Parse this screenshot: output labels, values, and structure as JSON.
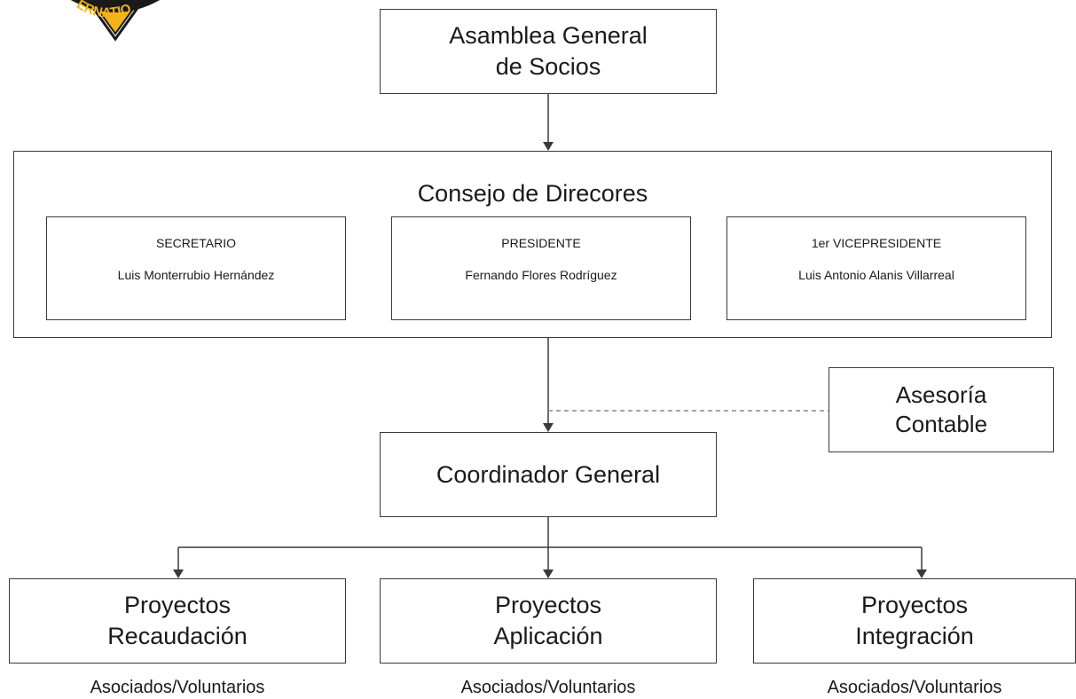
{
  "logo": {
    "text": "INTERNATIONAL",
    "visible_text": "ERNATIO",
    "colors": {
      "fill": "#f2b418",
      "border": "#1a1a1a",
      "text": "#1a1a1a"
    }
  },
  "colors": {
    "line": "#3a3a3a",
    "dashed_line": "#8a8a8a",
    "text": "#1a1a1a",
    "background": "#ffffff"
  },
  "asamblea": {
    "line1": "Asamblea General",
    "line2": "de Socios"
  },
  "consejo": {
    "title": "Consejo de Direcores",
    "officers": [
      {
        "role": "SECRETARIO",
        "name": "Luis Monterrubio Hernández"
      },
      {
        "role": "PRESIDENTE",
        "name": "Fernando Flores Rodríguez"
      },
      {
        "role": "1er VICEPRESIDENTE",
        "name": "Luis Antonio Alanis Villarreal"
      }
    ]
  },
  "asesoria": {
    "line1": "Asesoría",
    "line2": "Contable"
  },
  "coordinador": {
    "label": "Coordinador General"
  },
  "proyectos": [
    {
      "line1": "Proyectos",
      "line2": "Recaudación",
      "sublabel": "Asociados/Voluntarios"
    },
    {
      "line1": "Proyectos",
      "line2": "Aplicación",
      "sublabel": "Asociados/Voluntarios"
    },
    {
      "line1": "Proyectos",
      "line2": "Integración",
      "sublabel": "Asociados/Voluntarios"
    }
  ]
}
